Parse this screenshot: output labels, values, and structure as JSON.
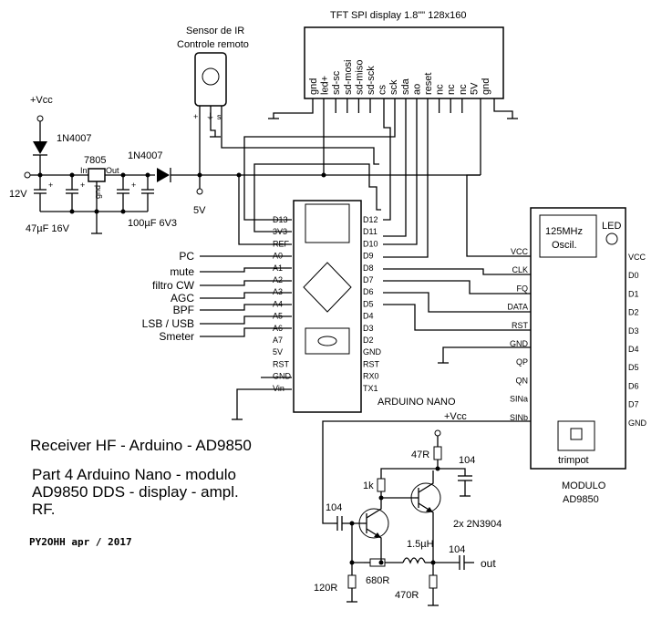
{
  "title_block": {
    "title": "Receiver HF - Arduino - AD9850",
    "line1": "Part 4 Arduino Nano - modulo",
    "line2": "AD9850 DDS - display - ampl.",
    "line3": "RF.",
    "author": "PY2OHH  apr / 2017"
  },
  "display": {
    "title": "TFT SPI display 1.8\"\" 128x160",
    "pins": [
      "gnd",
      "led+",
      "sd-sc",
      "sd-mosi",
      "sd-miso",
      "sd-sck",
      "cs",
      "sck",
      "sda",
      "ao",
      "reset",
      "nc",
      "nc",
      "nc",
      "5V",
      "gnd"
    ]
  },
  "ir_sensor": {
    "line1": "Sensor de IR",
    "line2": "Controle remoto",
    "pins": [
      "+",
      "⏚",
      "s"
    ]
  },
  "power": {
    "vcc": "+Vcc",
    "diode1": "1N4007",
    "regulator": "7805",
    "reg_in": "In",
    "reg_out": "Out",
    "reg_gnd": "gnd",
    "diode2": "1N4007",
    "input_v": "12V",
    "out_v": "5V",
    "cap1": "47µF 16V",
    "cap2": "100µF 6V3"
  },
  "arduino": {
    "name": "ARDUINO NANO",
    "left_pins": [
      "D13",
      "3V3",
      "REF",
      "A0",
      "A1",
      "A2",
      "A3",
      "A4",
      "A5",
      "A6",
      "A7",
      "5V",
      "RST",
      "GND",
      "Vin"
    ],
    "right_pins": [
      "D12",
      "D11",
      "D10",
      "D9",
      "D8",
      "D7",
      "D6",
      "D5",
      "D4",
      "D3",
      "D2",
      "GND",
      "RST",
      "RX0",
      "TX1"
    ]
  },
  "inputs": [
    "PC",
    "mute",
    "filtro CW",
    "AGC",
    "BPF",
    "LSB / USB",
    "Smeter"
  ],
  "module": {
    "name1": "MODULO",
    "name2": "AD9850",
    "osc1": "125MHz",
    "osc2": "Oscil.",
    "led": "LED",
    "trimpot": "trimpot",
    "left_pins": [
      "VCC",
      "CLK",
      "FQ",
      "DATA",
      "RST",
      "GND",
      "QP",
      "QN",
      "SINa",
      "SINb"
    ],
    "right_pins": [
      "VCC",
      "D0",
      "D1",
      "D2",
      "D3",
      "D4",
      "D5",
      "D6",
      "D7",
      "GND"
    ]
  },
  "amplifier": {
    "vcc": "+Vcc",
    "r47": "47R",
    "c104a": "104",
    "r1k": "1k",
    "c104b": "104",
    "transistors": "2x 2N3904",
    "inductor": "1.5µH",
    "c104c": "104",
    "out": "out",
    "r120": "120R",
    "r680": "680R",
    "r470": "470R"
  }
}
